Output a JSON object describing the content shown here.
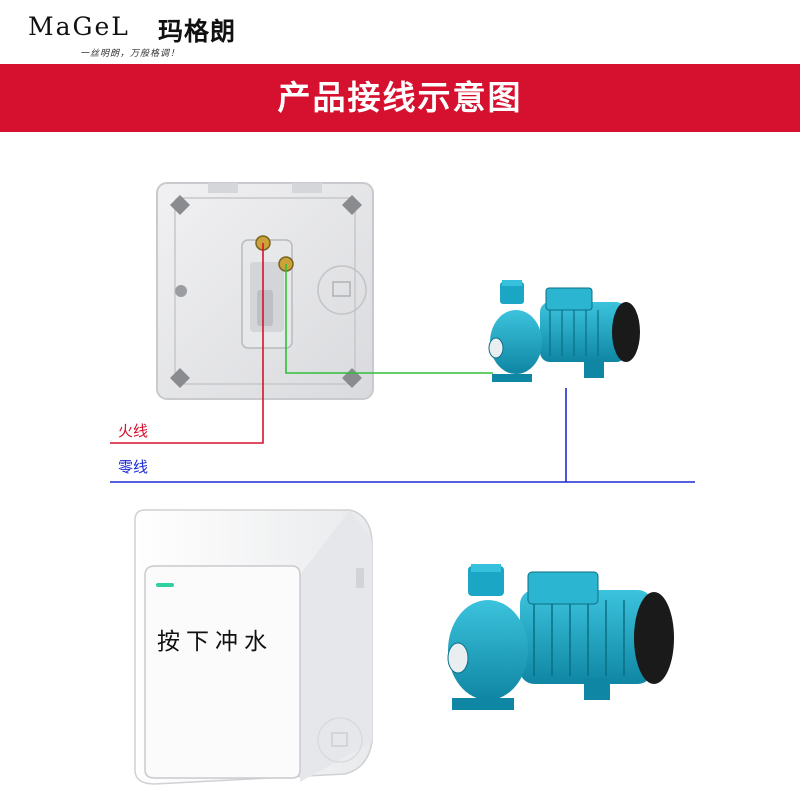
{
  "brand": {
    "name_en": "MaGeL",
    "name_cn": "玛格朗",
    "slogan": "一丝明朗，万般格调！"
  },
  "banner": {
    "title": "产品接线示意图",
    "color": "#d6112f"
  },
  "wiring": {
    "live_label": "火线",
    "neutral_label": "零线",
    "live_color": "#d6112f",
    "neutral_color": "#1c2bd1",
    "switch_wire_color": "#2fbf3a"
  },
  "switch_panel": {
    "button_text": "按下冲水"
  },
  "pump": {
    "body_color": "#1aa6c4",
    "motor_cap_color": "#1a1a1a"
  }
}
